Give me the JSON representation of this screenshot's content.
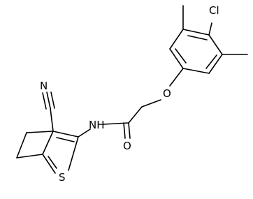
{
  "molecule": {
    "atoms": {
      "cl": "Cl",
      "o_ether": "O",
      "o_carbonyl": "O",
      "nh": "NH",
      "s": "S",
      "n_nitrile": "N"
    }
  }
}
